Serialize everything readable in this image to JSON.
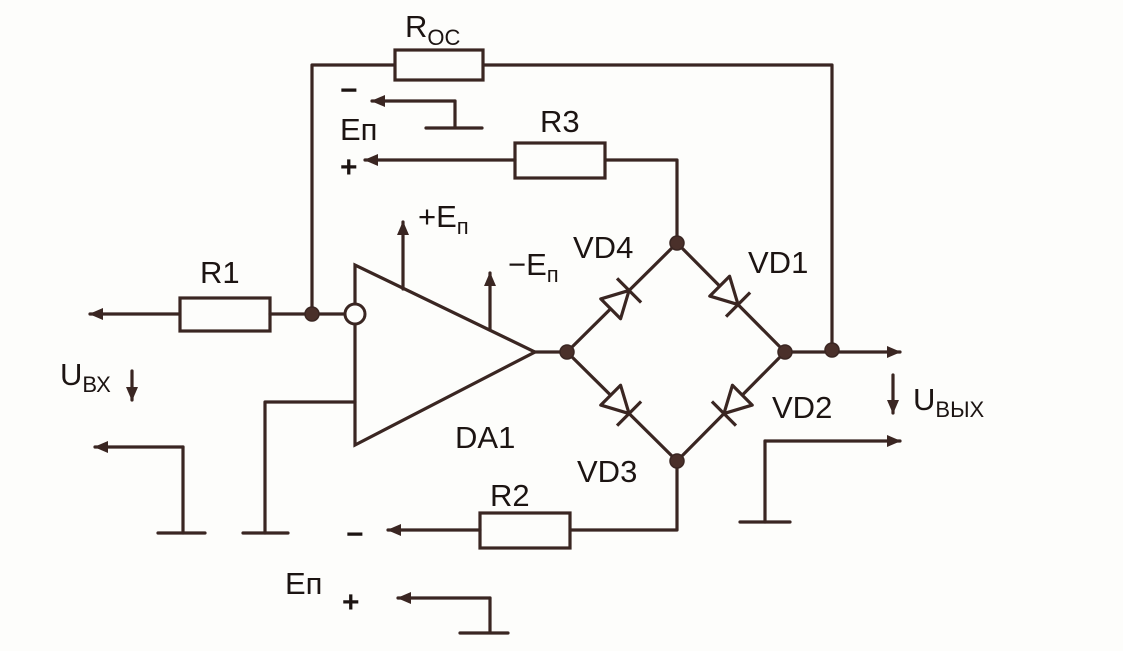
{
  "labels": {
    "r_oc_main": "R",
    "r_oc_sub": "ОС",
    "r3": "R3",
    "r1": "R1",
    "r2": "R2",
    "vd1": "VD1",
    "vd2": "VD2",
    "vd3": "VD3",
    "vd4": "VD4",
    "da1": "DA1",
    "plus_supply_main": "+E",
    "plus_supply_sub": "п",
    "minus_supply_main": "−E",
    "minus_supply_sub": "п",
    "upper_supply": "Еп",
    "lower_supply": "Еп",
    "u_in_main": "U",
    "u_in_sub": "ВХ",
    "u_out_main": "U",
    "u_out_sub": "ВЫХ",
    "sign_minus_top": "−",
    "sign_plus_top": "+",
    "sign_minus_bottom": "−",
    "sign_plus_bottom": "+"
  }
}
